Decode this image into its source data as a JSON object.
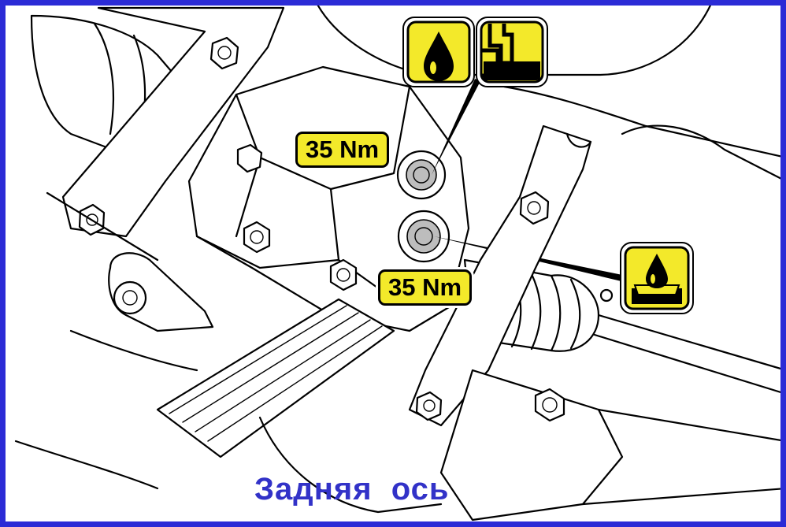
{
  "labels": {
    "torque_top": "35 Nm",
    "torque_bottom": "35 Nm",
    "caption": "Задняя  ось"
  },
  "colors": {
    "frame_border": "#2b2bd6",
    "badge_fill": "#f3e92a",
    "caption": "#3232c8"
  },
  "icons": {
    "top_left": "oil-drop-icon",
    "top_right": "fill-level-icon",
    "right": "oil-drain-icon"
  }
}
